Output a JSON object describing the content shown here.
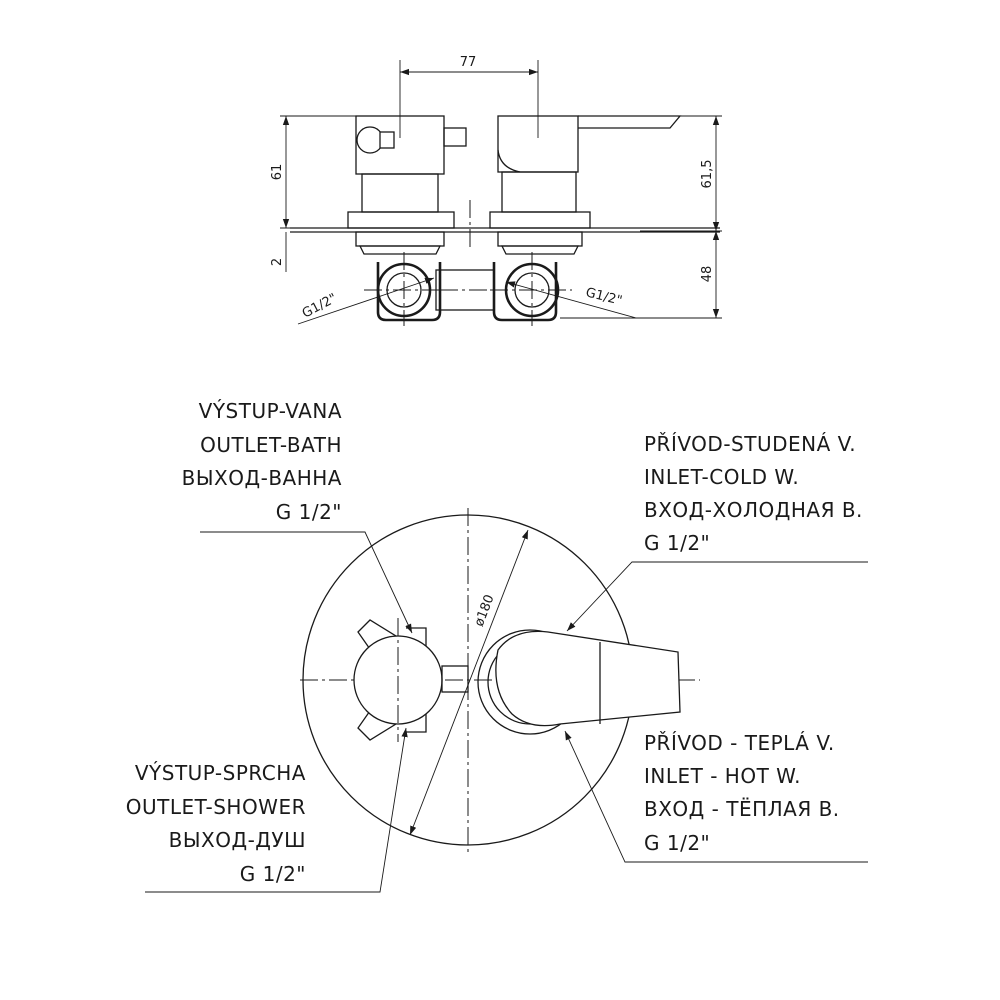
{
  "side_view": {
    "dim_width": "77",
    "dim_height_left": "61",
    "dim_height_right": "61,5",
    "dim_plate": "2",
    "dim_depth": "48",
    "thread_left": "G1/2\"",
    "thread_right": "G1/2\""
  },
  "front_view": {
    "diameter": "ø180",
    "outlet_bath": [
      "VÝSTUP-VANA",
      "OUTLET-BATH",
      "ВЫХОД-ВАННА",
      "G 1/2\""
    ],
    "inlet_cold": [
      "PŘÍVOD-STUDENÁ V.",
      "INLET-COLD W.",
      "ВХОД-ХОЛОДНАЯ В.",
      "G 1/2\""
    ],
    "outlet_shower": [
      "VÝSTUP-SPRCHA",
      "OUTLET-SHOWER",
      "ВЫХОД-ДУШ",
      "G 1/2\""
    ],
    "inlet_hot": [
      "PŘÍVOD - TEPLÁ V.",
      "INLET - HOT W.",
      "ВХОД - ТЁПЛАЯ В.",
      "G 1/2\""
    ]
  }
}
